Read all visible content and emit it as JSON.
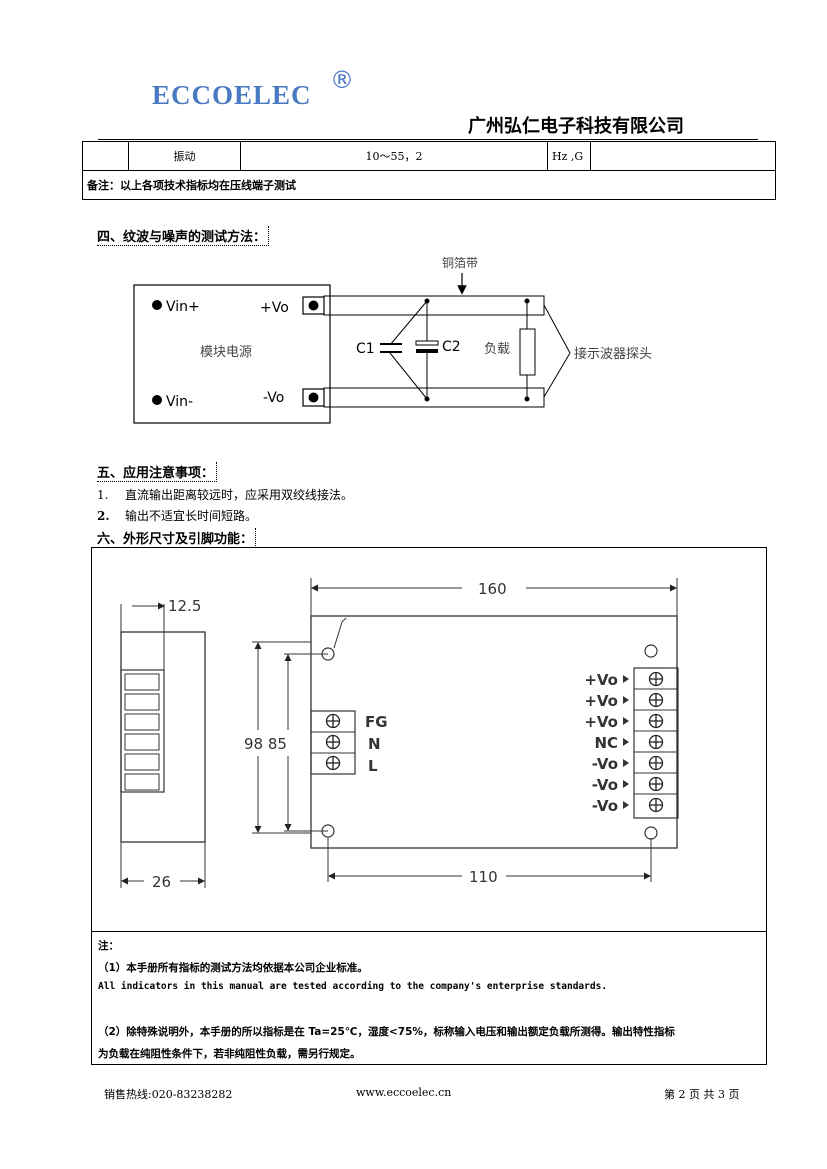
{
  "header": {
    "logo_text": "ECCOELEC",
    "logo_reg": "®",
    "company": "广州弘仁电子科技有限公司"
  },
  "spec_table": {
    "row": {
      "item": "振动",
      "value": "10～55，2",
      "unit": "Hz ,G"
    },
    "note": "备注：以上各项技术指标均在压线端子测试"
  },
  "section4": {
    "title": "四、纹波与噪声的测试方法：",
    "diagram": {
      "copper_label": "铜箔带",
      "vin_plus": "Vin+",
      "vin_minus": "Vin-",
      "module_label": "模块电源",
      "vo_plus": "+Vo",
      "vo_minus": "-Vo",
      "c1": "C1",
      "c2": "C2",
      "load": "负载",
      "probe": "接示波器探头"
    }
  },
  "section5": {
    "title": "五、应用注意事项：",
    "items": [
      {
        "num": "1.",
        "text": "直流输出距离较远时，应采用双绞线接法。"
      },
      {
        "num": "2.",
        "text": "输出不适宜长时间短路。"
      }
    ]
  },
  "section6": {
    "title": "六、外形尺寸及引脚功能：",
    "drawing": {
      "dim_depth_top": "12.5",
      "dim_depth_bottom": "26",
      "dim_width": "160",
      "dim_height": "98 85",
      "dim_mount": "110",
      "input_pins": [
        "FG",
        "N",
        "L"
      ],
      "output_pins": [
        "+Vo",
        "+Vo",
        "+Vo",
        "NC",
        "-Vo",
        "-Vo",
        "-Vo"
      ]
    }
  },
  "notes": {
    "heading": "注：",
    "line1": "（1）本手册所有指标的测试方法均依据本公司企业标准。",
    "line1_en": "All indicators in this manual are tested according to the company's enterprise standards.",
    "line2a": "（2）除特殊说明外，本手册的所以指标是在 Ta=25℃，湿度<75%，标称输入电压和输出额定负载所测得。输出特性指标",
    "line2b": "为负载在纯阻性条件下，若非纯阻性负载，需另行规定。"
  },
  "footer": {
    "hotline": "销售热线:020-83238282",
    "website": "www.eccoelec.cn",
    "page": "第 2 页 共 3 页"
  }
}
